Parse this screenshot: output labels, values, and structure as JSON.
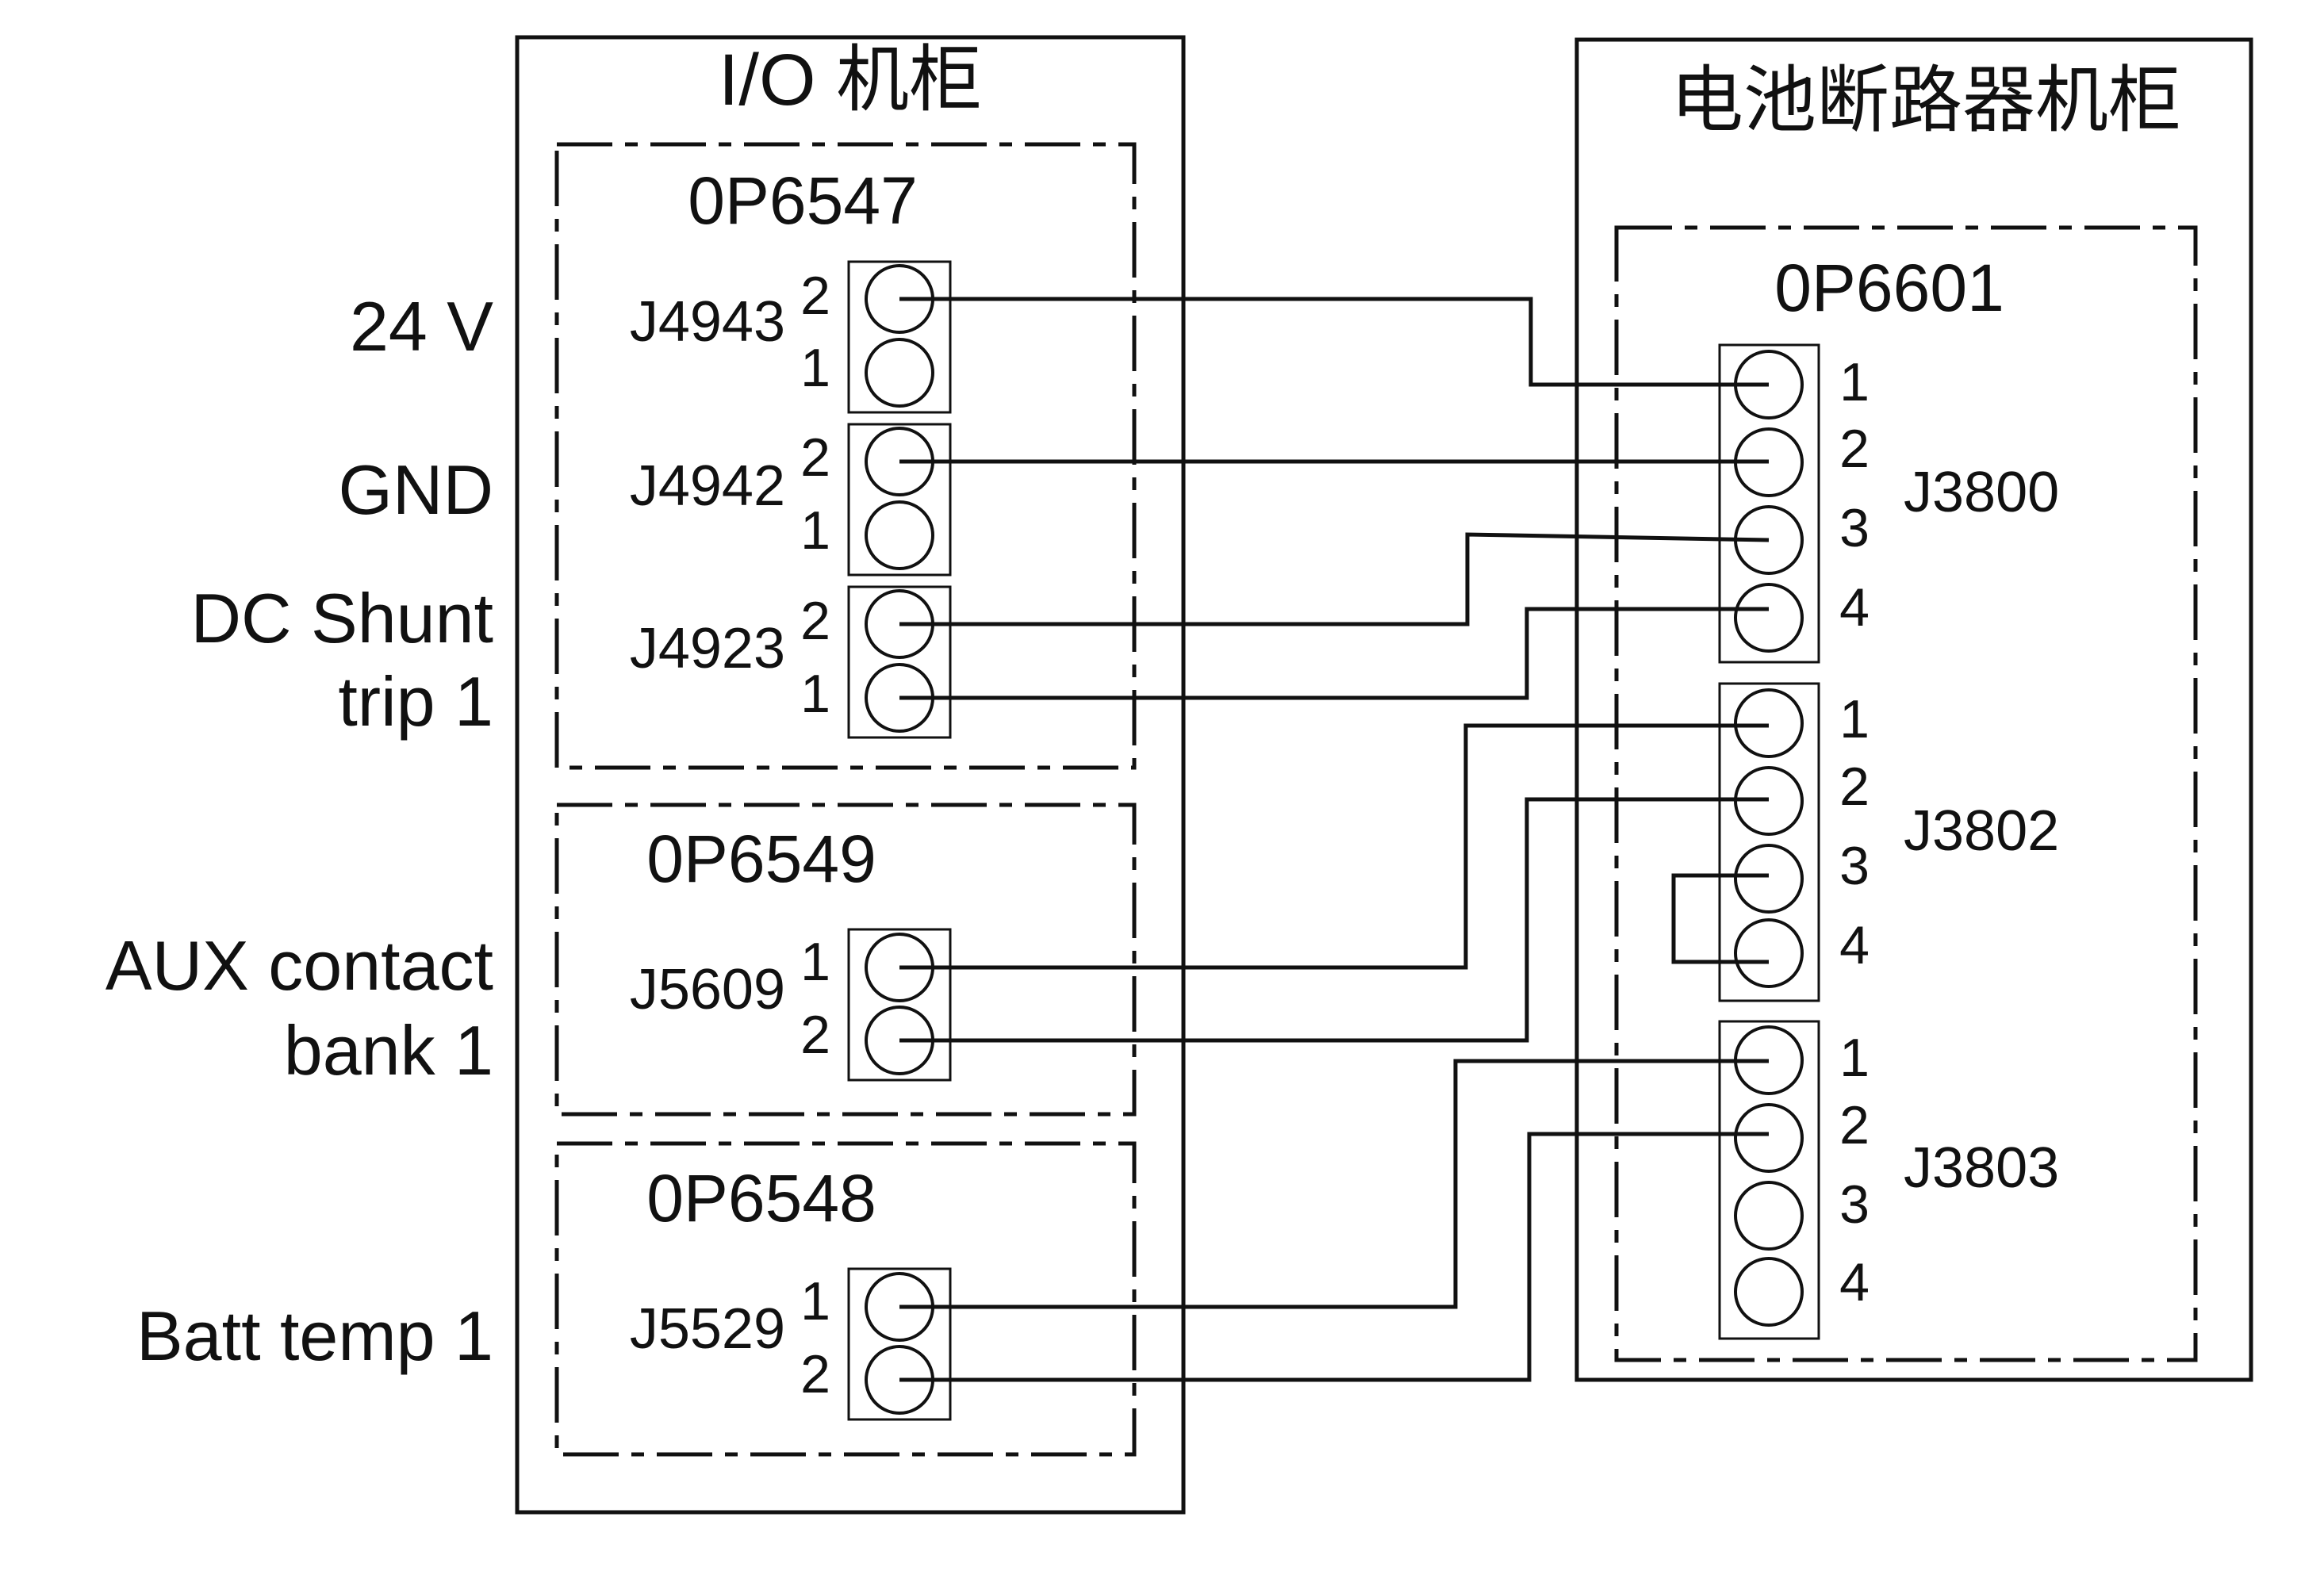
{
  "io_cabinet": {
    "title": "I/O 机柜",
    "boards": {
      "op6547": {
        "title": "0P6547",
        "connectors": {
          "j4943": {
            "label": "J4943",
            "pins": [
              "2",
              "1"
            ]
          },
          "j4942": {
            "label": "J4942",
            "pins": [
              "2",
              "1"
            ]
          },
          "j4923": {
            "label": "J4923",
            "pins": [
              "2",
              "1"
            ]
          }
        }
      },
      "op6549": {
        "title": "0P6549",
        "connectors": {
          "j5609": {
            "label": "J5609",
            "pins": [
              "1",
              "2"
            ]
          }
        }
      },
      "op6548": {
        "title": "0P6548",
        "connectors": {
          "j5529": {
            "label": "J5529",
            "pins": [
              "1",
              "2"
            ]
          }
        }
      }
    }
  },
  "signals": {
    "v24": "24 V",
    "gnd": "GND",
    "dc_shunt_line1": "DC Shunt",
    "dc_shunt_line2": "trip 1",
    "aux_line1": "AUX contact",
    "aux_line2": "bank 1",
    "batt_temp": "Batt temp 1"
  },
  "battery_cabinet": {
    "title": "电池断路器机柜",
    "board": {
      "title": "0P6601",
      "connectors": {
        "j3800": {
          "label": "J3800",
          "pins": [
            "1",
            "2",
            "3",
            "4"
          ]
        },
        "j3802": {
          "label": "J3802",
          "pins": [
            "1",
            "2",
            "3",
            "4"
          ]
        },
        "j3803": {
          "label": "J3803",
          "pins": [
            "1",
            "2",
            "3",
            "4"
          ]
        }
      }
    }
  },
  "wiring": [
    {
      "from": "J4943",
      "from_pin": "2",
      "to": "J3800",
      "to_pin": "1"
    },
    {
      "from": "J4942",
      "from_pin": "2",
      "to": "J3800",
      "to_pin": "2"
    },
    {
      "from": "J4923",
      "from_pin": "2",
      "to": "J3800",
      "to_pin": "3"
    },
    {
      "from": "J4923",
      "from_pin": "1",
      "to": "J3800",
      "to_pin": "4"
    },
    {
      "from": "J5609",
      "from_pin": "1",
      "to": "J3802",
      "to_pin": "1"
    },
    {
      "from": "J5609",
      "from_pin": "2",
      "to": "J3802",
      "to_pin": "2"
    },
    {
      "from": "J3802",
      "from_pin": "3",
      "to": "J3802",
      "to_pin": "4"
    },
    {
      "from": "J5529",
      "from_pin": "1",
      "to": "J3803",
      "to_pin": "1"
    },
    {
      "from": "J5529",
      "from_pin": "2",
      "to": "J3803",
      "to_pin": "2"
    }
  ]
}
